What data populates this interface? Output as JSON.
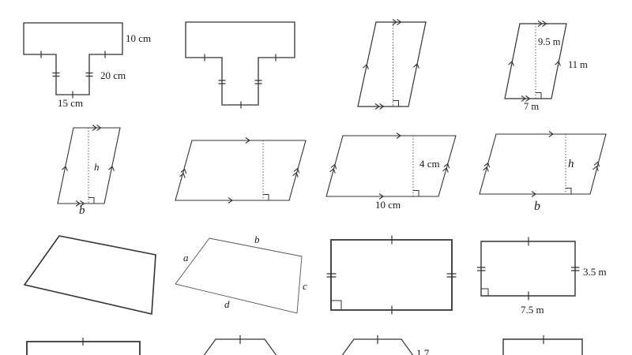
{
  "canvas": {
    "background": "#ffffff",
    "line_color": "#333333"
  },
  "row1": {
    "t_shape_labeled": {
      "right_label": "10 cm",
      "stem_label": "20 cm",
      "base_label": "15 cm"
    },
    "parallelogram_meters": {
      "height_label": "9.5 m",
      "side_label": "11 m",
      "base_label": "7 m"
    }
  },
  "row2": {
    "parallelogram_hb_narrow": {
      "height_label": "h",
      "base_label": "b"
    },
    "parallelogram_cm": {
      "height_label": "4 cm",
      "base_label": "10 cm"
    },
    "parallelogram_hb_wide": {
      "height_label": "h",
      "base_label": "b"
    }
  },
  "row3": {
    "quadrilateral_abcd": {
      "side_a": "a",
      "side_b": "b",
      "side_c": "c",
      "side_d": "d"
    },
    "rectangle_meters": {
      "side_label": "3.5 m",
      "base_label": "7.5 m"
    }
  },
  "row4": {
    "partial_label": "1.7"
  }
}
